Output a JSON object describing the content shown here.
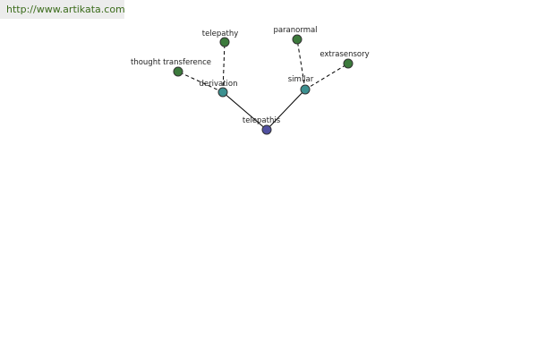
{
  "site": {
    "url": "http://www.artikata.com",
    "url_color": "#3a6b1a"
  },
  "graph": {
    "colors": {
      "root": "#5050a0",
      "relation": "#3c9090",
      "leaf": "#3c7a3c"
    },
    "nodes": [
      {
        "id": "telepathis",
        "label": "telepathis",
        "kind": "root"
      },
      {
        "id": "derivation",
        "label": "derivation",
        "kind": "relation"
      },
      {
        "id": "similar",
        "label": "similar",
        "kind": "relation"
      },
      {
        "id": "telepathy",
        "label": "telepathy",
        "kind": "leaf"
      },
      {
        "id": "thought-transference",
        "label": "thought transference",
        "kind": "leaf"
      },
      {
        "id": "paranormal",
        "label": "paranormal",
        "kind": "leaf"
      },
      {
        "id": "extrasensory",
        "label": "extrasensory",
        "kind": "leaf"
      }
    ],
    "edges": [
      {
        "from": "telepathis",
        "to": "derivation",
        "style": "solid"
      },
      {
        "from": "telepathis",
        "to": "similar",
        "style": "solid"
      },
      {
        "from": "derivation",
        "to": "telepathy",
        "style": "dashed"
      },
      {
        "from": "derivation",
        "to": "thought-transference",
        "style": "dashed"
      },
      {
        "from": "similar",
        "to": "paranormal",
        "style": "dashed"
      },
      {
        "from": "similar",
        "to": "extrasensory",
        "style": "dashed"
      }
    ]
  }
}
